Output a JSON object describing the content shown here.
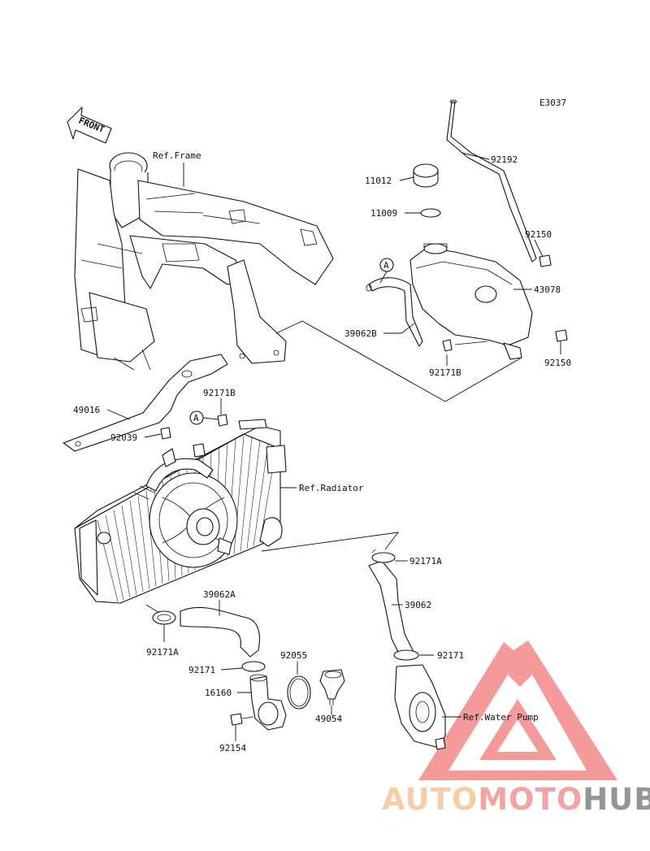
{
  "diagram_code": "E3037",
  "front_label": "FRONT",
  "callout_marker": "A",
  "labels": {
    "ref_frame": "Ref.Frame",
    "p92192": "92192",
    "p11012": "11012",
    "p11009": "11009",
    "p92150_top": "92150",
    "p43078": "43078",
    "p39062b": "39062B",
    "p92171b_tank": "92171B",
    "p92150_bottom": "92150",
    "p92171b": "92171B",
    "p49016": "49016",
    "p92039": "92039",
    "ref_radiator": "Ref.Radiator",
    "p92171a_right": "92171A",
    "p39062a": "39062A",
    "p39062": "39062",
    "p92171a_left": "92171A",
    "p92055": "92055",
    "p92171_right": "92171",
    "p92171_left": "92171",
    "p16160": "16160",
    "p49054": "49054",
    "ref_water_pump": "Ref.Water Pump",
    "p92154": "92154"
  },
  "watermark": {
    "part1": "AUTO",
    "part2": "MOTO",
    "part3": "HUB",
    "colors": {
      "auto": "#f5c9a0",
      "moto": "#f39a9a",
      "hub": "#8a8a8a",
      "triangle": "#ef6b6b"
    }
  }
}
